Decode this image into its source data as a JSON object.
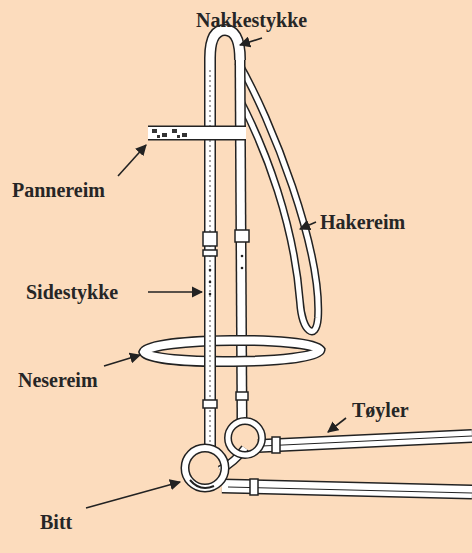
{
  "diagram": {
    "labels": [
      "Nakkestykke",
      "Pannereim",
      "Hakereim",
      "Sidestykke",
      "Nesereim",
      "Tøyler",
      "Bitt"
    ]
  }
}
